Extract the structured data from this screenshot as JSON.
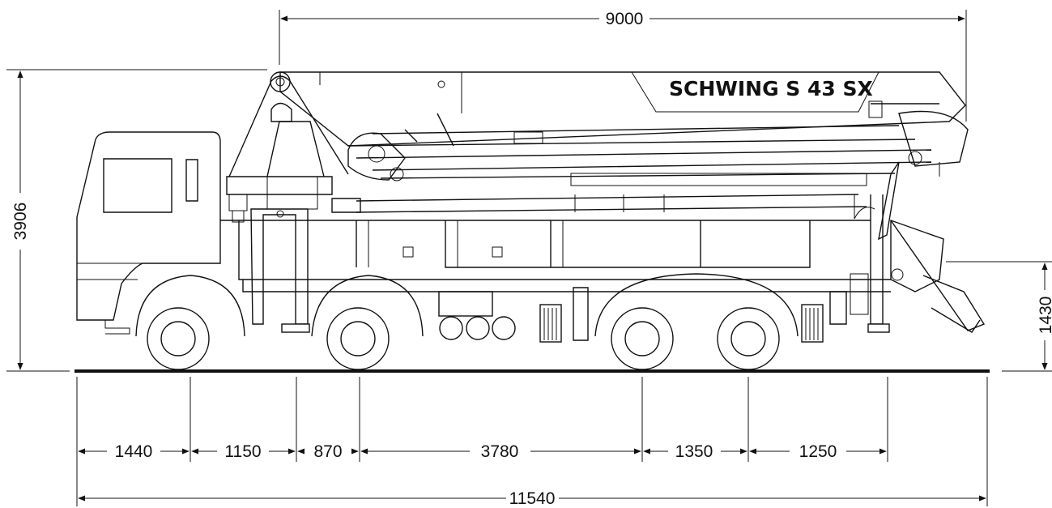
{
  "brand_label": "SCHWING S 43 SX",
  "dimensions": {
    "boom_reach": "9000",
    "total_height": "3906",
    "rear_height": "1430",
    "segments": [
      "1440",
      "1150",
      "870",
      "3780",
      "1350",
      "1250"
    ],
    "overall_length": "11540"
  }
}
